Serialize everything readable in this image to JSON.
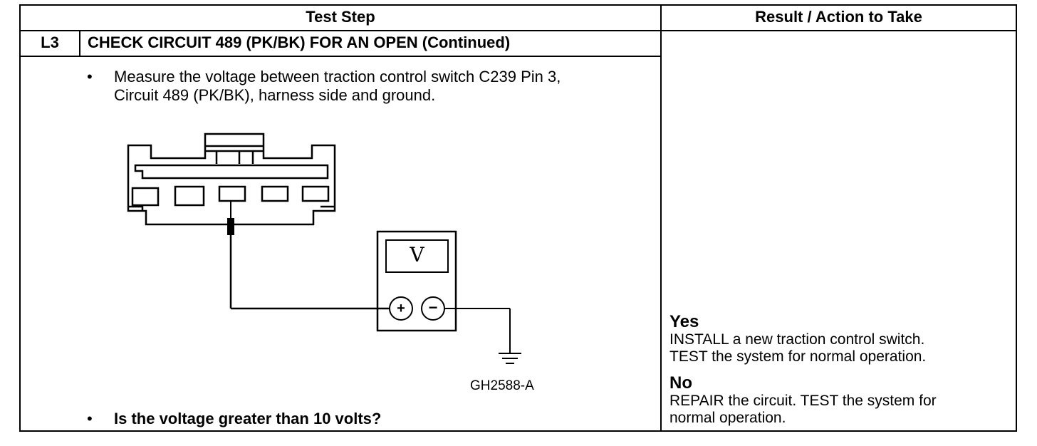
{
  "header": {
    "test_step": "Test Step",
    "result_action": "Result / Action to Take"
  },
  "step": {
    "id": "L3",
    "title": "CHECK CIRCUIT 489 (PK/BK) FOR AN OPEN (Continued)"
  },
  "bullets": {
    "marker": "•",
    "measure_line1": "Measure the voltage between traction control switch C239 Pin 3,",
    "measure_line2": "Circuit 489 (PK/BK), harness side and ground.",
    "question": "Is the voltage greater than 10 volts?"
  },
  "diagram": {
    "meter_symbol": "V",
    "plus_symbol": "+",
    "minus_symbol": "−",
    "figure_id": "GH2588-A"
  },
  "results": {
    "yes_label": "Yes",
    "yes_line1": "INSTALL a new traction control switch.",
    "yes_line2": "TEST the system for normal operation.",
    "no_label": "No",
    "no_line1": "REPAIR the circuit. TEST the system for",
    "no_line2": "normal operation."
  }
}
